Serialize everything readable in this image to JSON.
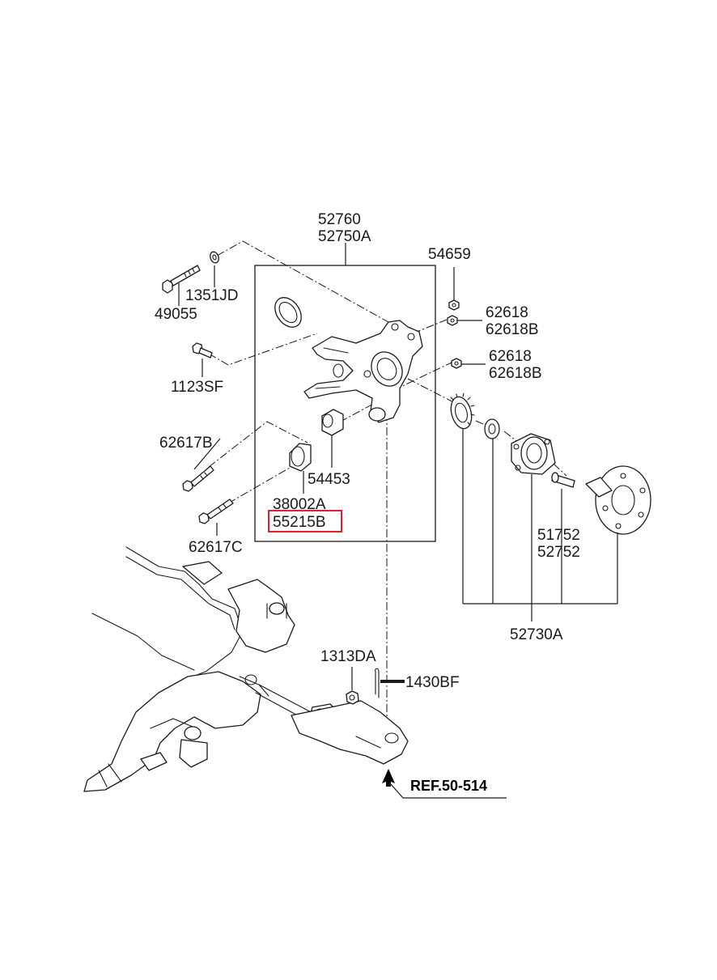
{
  "labels": {
    "p52760": "52760",
    "p52750a": "52750A",
    "p54659": "54659",
    "p1351jd": "1351JD",
    "p49055": "49055",
    "p62618_1": "62618",
    "p62618b_1": "62618B",
    "p62618_2": "62618",
    "p62618b_2": "62618B",
    "p1123sf": "1123SF",
    "p62617b": "62617B",
    "p54453": "54453",
    "p38002a": "38002A",
    "p55215b": "55215B",
    "p62617c": "62617C",
    "p51752": "51752",
    "p52752": "52752",
    "p52730a": "52730A",
    "p1313da": "1313DA",
    "p1430bf": "1430BF",
    "ref": "REF.50-514"
  },
  "highlight": {
    "part": "55215B",
    "color": "#e0202a"
  }
}
